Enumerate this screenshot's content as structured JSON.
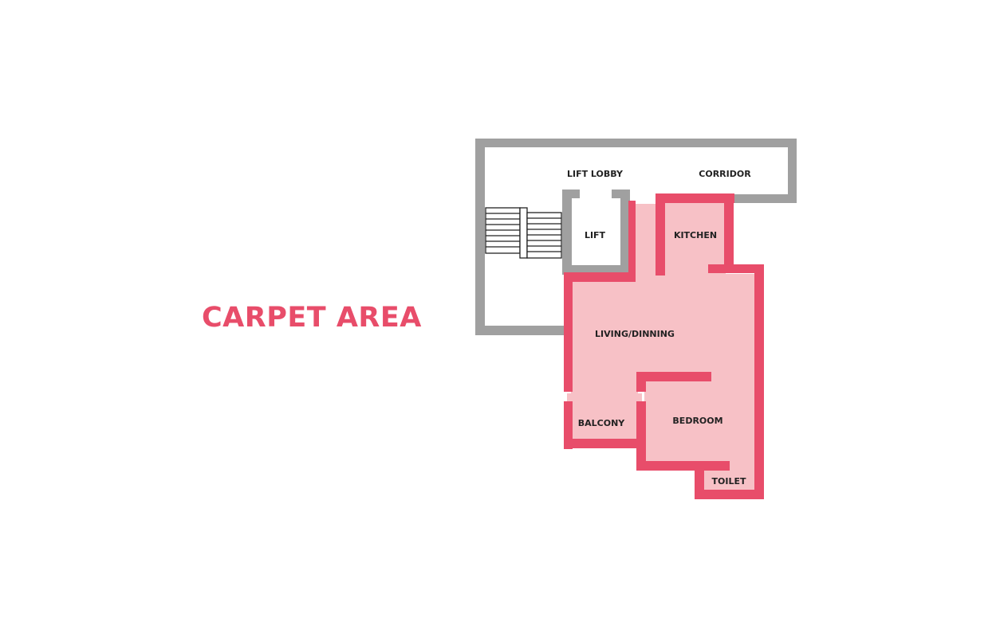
{
  "title": "CARPET AREA",
  "colors": {
    "title": "#e84d6a",
    "carpet_fill": "#f7c1c6",
    "carpet_wall": "#e84d6a",
    "common_wall": "#a0a0a0",
    "stair_line": "#222222",
    "background": "#ffffff"
  },
  "rooms": {
    "lift_lobby": "LIFT LOBBY",
    "corridor": "CORRIDOR",
    "lift": "LIFT",
    "kitchen": "KITCHEN",
    "living_dining": "LIVING/DINNING",
    "balcony": "BALCONY",
    "bedroom": "BEDROOM",
    "toilet": "TOILET"
  }
}
